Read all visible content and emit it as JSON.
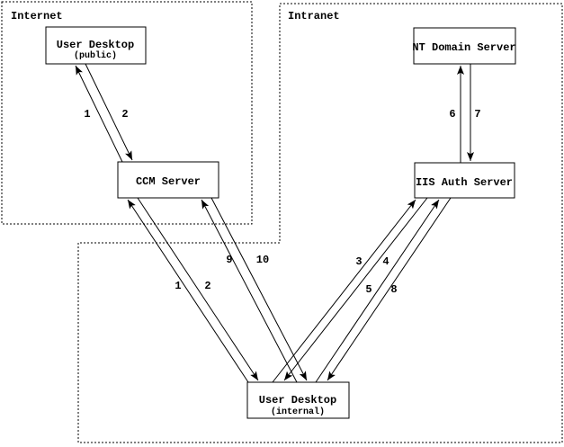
{
  "diagram": {
    "type": "network-flow-diagram",
    "background_color": "#ffffff",
    "line_color": "#000000"
  },
  "regions": {
    "internet": {
      "label": "Internet"
    },
    "intranet": {
      "label": "Intranet"
    }
  },
  "nodes": {
    "user_desktop_public": {
      "title": "User Desktop",
      "subtitle": "(public)"
    },
    "ccm_server": {
      "title": "CCM Server"
    },
    "nt_domain_server": {
      "title": "NT Domain Server"
    },
    "iis_auth_server": {
      "title": "IIS Auth Server"
    },
    "user_desktop_internal": {
      "title": "User Desktop",
      "subtitle": "(internal)"
    }
  },
  "edges": [
    {
      "label": "1",
      "from": "ccm_server",
      "to": "user_desktop_public"
    },
    {
      "label": "2",
      "from": "user_desktop_public",
      "to": "ccm_server"
    },
    {
      "label": "6",
      "from": "iis_auth_server",
      "to": "nt_domain_server"
    },
    {
      "label": "7",
      "from": "nt_domain_server",
      "to": "iis_auth_server"
    },
    {
      "label": "1",
      "from": "user_desktop_internal",
      "to": "ccm_server"
    },
    {
      "label": "2",
      "from": "ccm_server",
      "to": "user_desktop_internal"
    },
    {
      "label": "9",
      "from": "user_desktop_internal",
      "to": "ccm_server"
    },
    {
      "label": "10",
      "from": "ccm_server",
      "to": "user_desktop_internal"
    },
    {
      "label": "3",
      "from": "user_desktop_internal",
      "to": "iis_auth_server"
    },
    {
      "label": "4",
      "from": "iis_auth_server",
      "to": "user_desktop_internal"
    },
    {
      "label": "5",
      "from": "user_desktop_internal",
      "to": "iis_auth_server"
    },
    {
      "label": "8",
      "from": "iis_auth_server",
      "to": "user_desktop_internal"
    }
  ]
}
